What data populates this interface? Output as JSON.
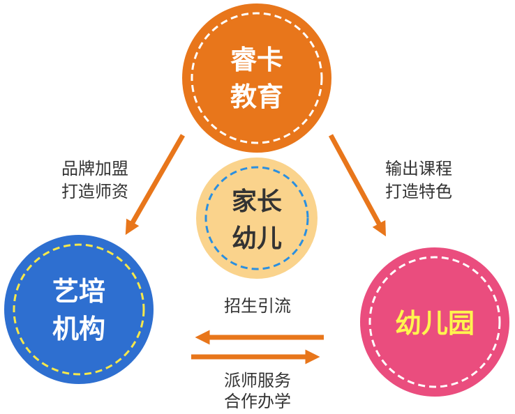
{
  "nodes": {
    "top": {
      "lines": [
        "睿卡",
        "教育"
      ],
      "fill": "#E8761B",
      "text_color": "#FFFFFF"
    },
    "center": {
      "lines": [
        "家长",
        "幼儿"
      ],
      "fill": "#FAD38C",
      "text_color": "#333333",
      "dash_color": "#2A8FE0"
    },
    "left": {
      "lines": [
        "艺培",
        "机构"
      ],
      "fill": "#2E6FD0",
      "text_color": "#FFFFFF",
      "dash_color": "#F7E84A"
    },
    "right": {
      "lines": [
        "幼儿园"
      ],
      "fill": "#EA4D7E",
      "text_color": "#FFF44F"
    }
  },
  "labels": {
    "top_left": [
      "品牌加盟",
      "打造师资"
    ],
    "top_right": [
      "输出课程",
      "打造特色"
    ],
    "middle_top": [
      "招生引流"
    ],
    "middle_bottom": [
      "派师服务",
      "合作办学"
    ]
  },
  "colors": {
    "arrow": "#E8761B"
  }
}
